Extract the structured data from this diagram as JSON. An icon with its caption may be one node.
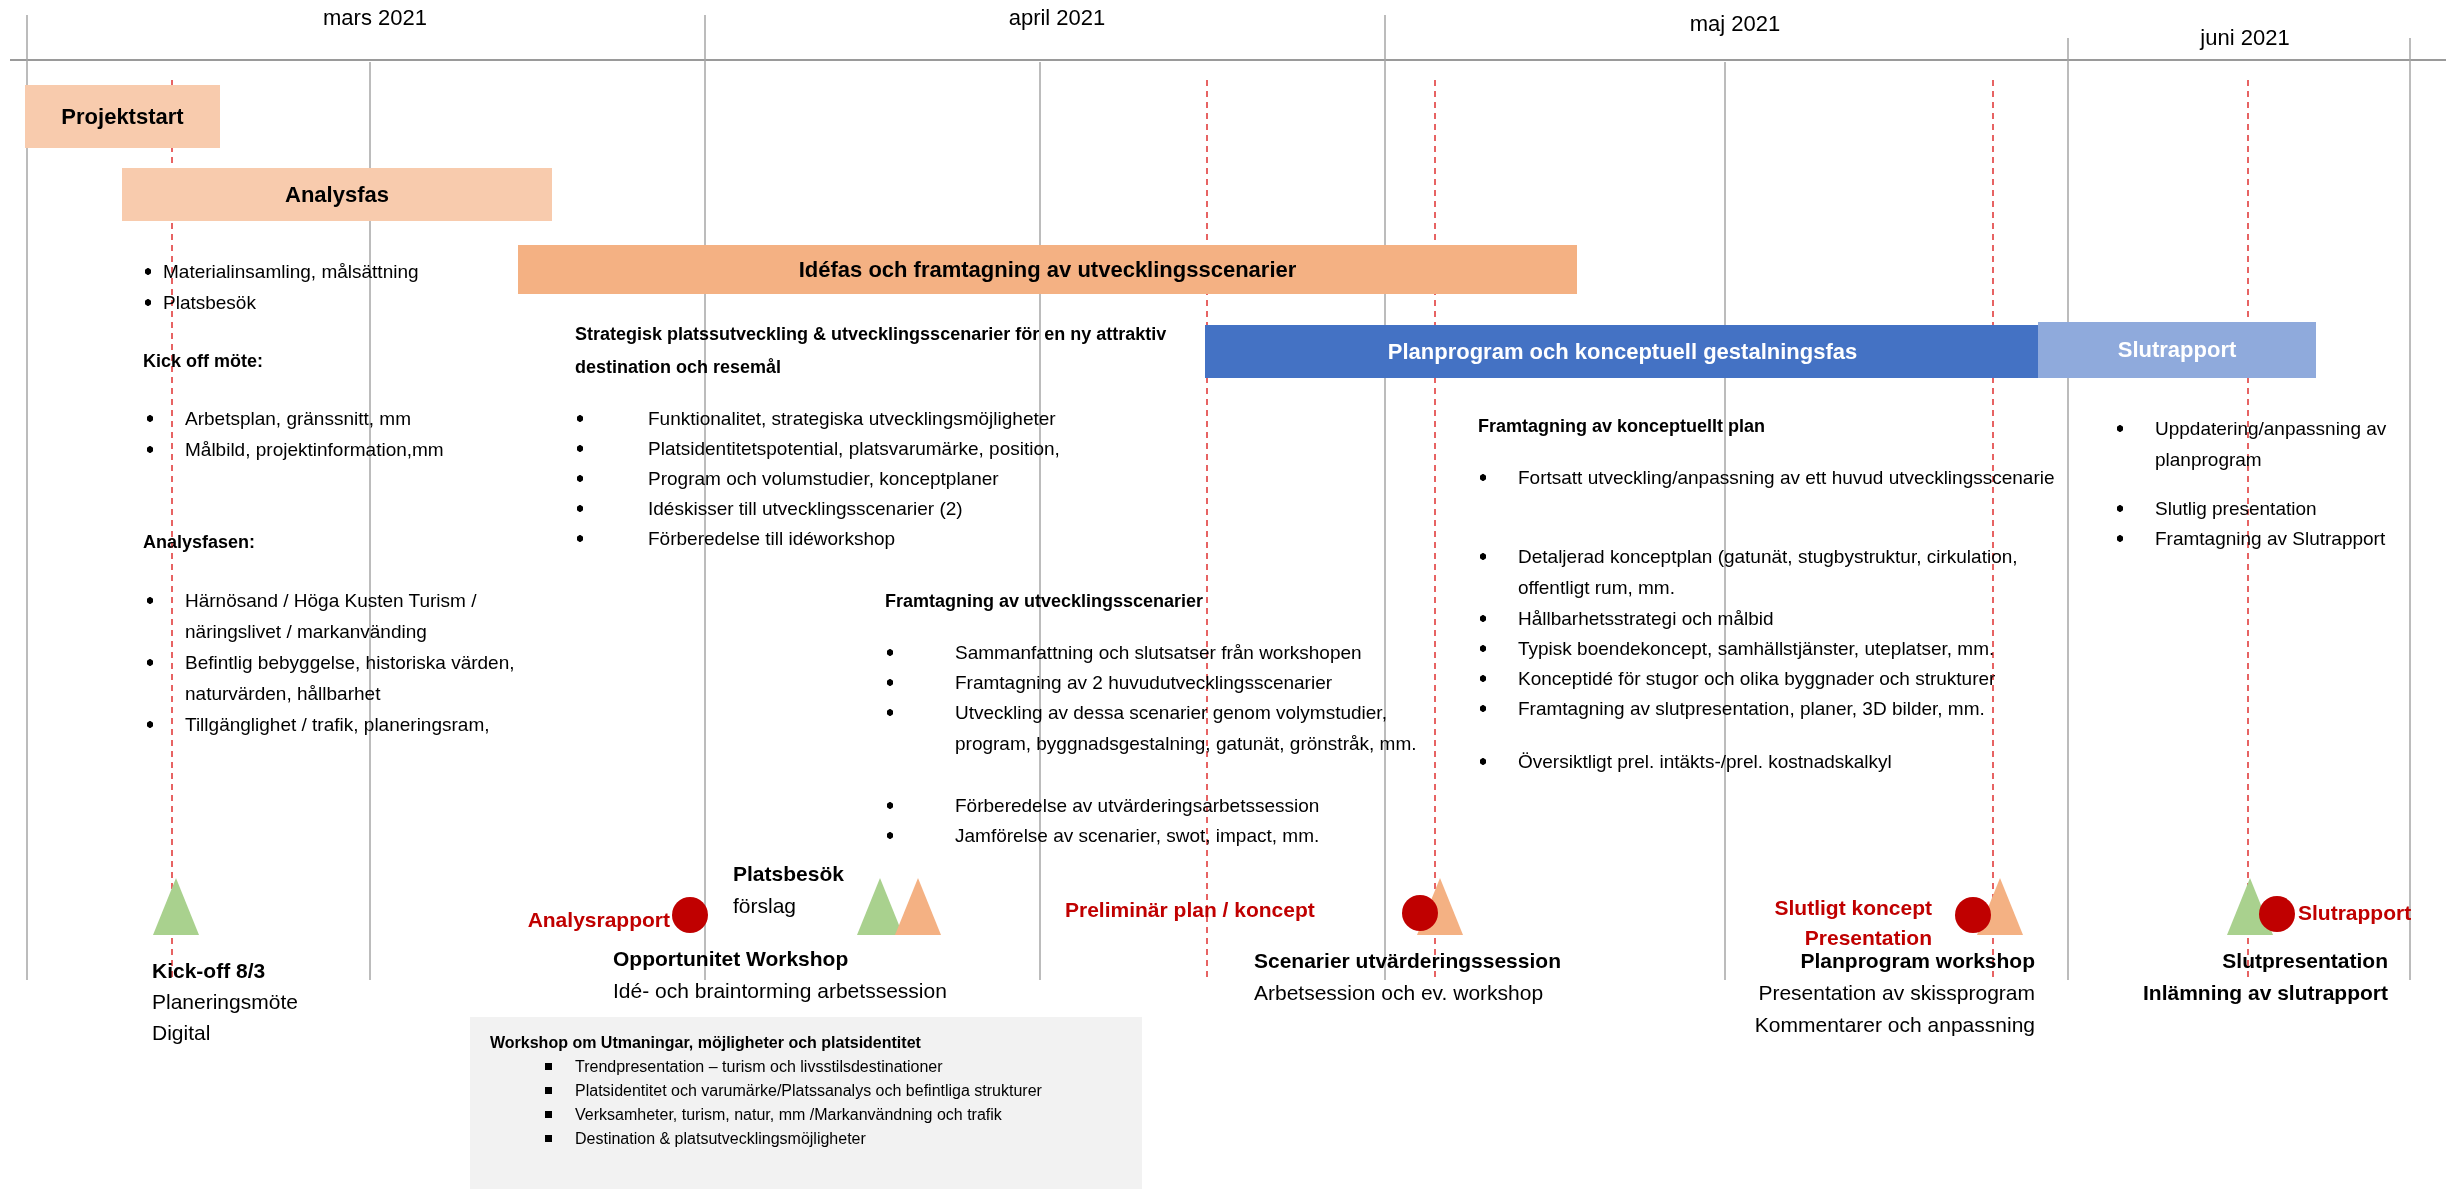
{
  "diagram": {
    "nodes": [
      {
        "text": [
          "Projektstart"
        ]
      },
      {
        "text": [
          "Analysfas"
        ]
      },
      {
        "text": [
          "Idéfas och framtagning av utvecklingsscenarier"
        ]
      },
      {
        "text": [
          "Planprogram och konceptuell gestalningsfas"
        ]
      },
      {
        "text": [
          "Slutrapport"
        ]
      },
      {
        "text": [
          "Workshop om Utmaningar, möjligheter och platsidentitet",
          "Trendpresentation – turism och livsstilsdestinationer",
          "Platsidentitet och varumärke/Platssanalys och befintliga strukturer",
          "Verksamheter, turism, natur, mm /Markanvändning och trafik",
          "Destination & platsutvecklingsmöjligheter"
        ]
      }
    ],
    "labels": [
      "mars 2021",
      "april 2021",
      "maj 2021",
      "juni 2021",
      "Materialinsamling, målsättning",
      "Platsbesök",
      "Kick off möte:",
      "Arbetsplan, gränssnitt, mm",
      "Målbild, projektinformation,mm",
      "Analysfasen:",
      "Härnösand / Höga Kusten Turism / näringslivet / markanvänding",
      "Befintlig bebyggelse, historiska värden, naturvärden, hållbarhet",
      "Tillgänglighet / trafik, planeringsram,",
      "Strategisk platssutveckling & utvecklingsscenarier för en ny attraktiv destination och resemål",
      "Funktionalitet, strategiska utvecklingsmöjligheter",
      "Platsidentitetspotential, platsvarumärke, position,",
      "Program och volumstudier, konceptplaner",
      "Idéskisser till utvecklingsscenarier (2)",
      "Förberedelse till idéworkshop",
      "Framtagning av utvecklingsscenarier",
      "Sammanfattning och slutsatser från workshopen",
      "Framtagning av 2 huvudutvecklingsscenarier",
      "Utveckling av dessa scenarier genom volymstudier, program, byggnadsgestalning, gatunät, grönstråk, mm.",
      "Förberedelse av utvärderingsarbetssession",
      "Jamförelse av scenarier, swot, impact, mm.",
      "Framtagning av konceptuellt plan",
      "Fortsatt utveckling/anpassning av ett huvud utvecklingsscenarie",
      "Detaljerad konceptplan (gatunät, stugbystruktur, cirkulation, offentligt rum, mm.",
      "Hållbarhetsstrategi och målbid",
      "Typisk boendekoncept, samhällstjänster, uteplatser, mm.",
      "Konceptidé för stugor och olika byggnader och strukturer",
      "Framtagning av slutpresentation, planer, 3D bilder, mm.",
      "Översiktligt prel. intäkts-/prel. kostnadskalkyl",
      "Uppdatering/anpassning av planprogram",
      "Slutlig presentation",
      "Framtagning av Slutrapport",
      "Kick-off 8/3",
      "Planeringsmöte",
      "Digital",
      "Analysrapport",
      "Platsbesök",
      "förslag",
      "Opportunitet Workshop",
      "Idé- och braintorming arbetssession",
      "Preliminär plan / koncept",
      "Scenarier utvärderingssession",
      "Arbetsession och ev. workshop",
      "Slutligt koncept",
      "Presentation",
      "Planprogram workshop",
      "Presentation av skissprogram",
      "Kommentarer och anpassning",
      "Slutrapport",
      "Slutpresentation",
      "Inlämning av slutrapport"
    ]
  }
}
